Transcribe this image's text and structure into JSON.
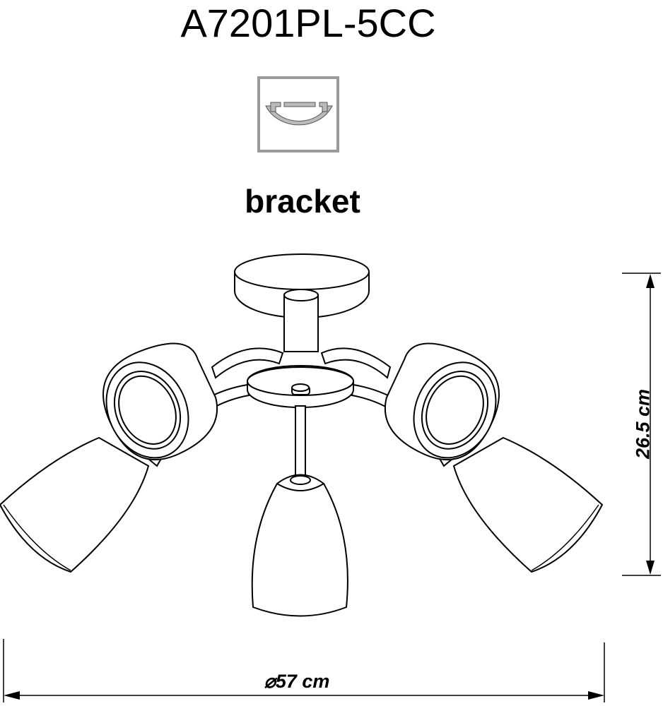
{
  "title": "A7201PL-5CC",
  "mount_type_label": "bracket",
  "mount_icon": "bracket-icon",
  "dimensions": {
    "height": "26.5 cm",
    "diameter": "⌀57 cm"
  }
}
